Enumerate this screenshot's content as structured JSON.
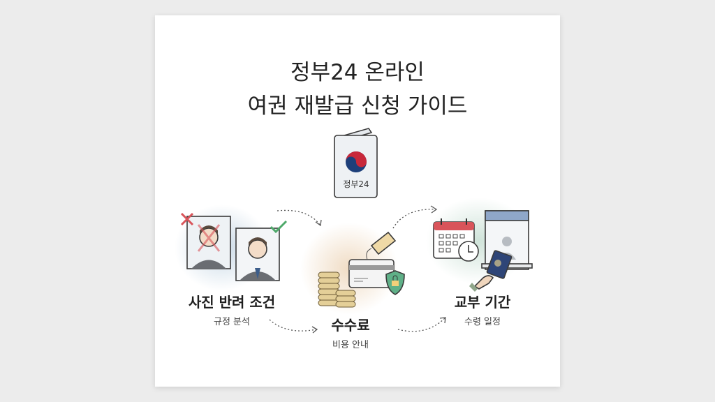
{
  "title": {
    "line1": "정부24 온라인",
    "line2": "여권 재발급 신청 가이드"
  },
  "passport": {
    "emblem_text": "정부24",
    "icon": "passport-icon"
  },
  "steps": [
    {
      "label": "사진 반려 조건",
      "sublabel": "규정 분석",
      "icon": "photo-reject-accept-icon"
    },
    {
      "label": "수수료",
      "sublabel": "비용 안내",
      "icon": "payment-coins-card-icon"
    },
    {
      "label": "교부 기간",
      "sublabel": "수령 일정",
      "icon": "calendar-counter-icon"
    }
  ],
  "colors": {
    "background": "#ececec",
    "card": "#ffffff",
    "reject": "#d9545a",
    "accept": "#4ea96a",
    "emblem_red": "#c8283a",
    "emblem_blue": "#1d3f7a"
  }
}
